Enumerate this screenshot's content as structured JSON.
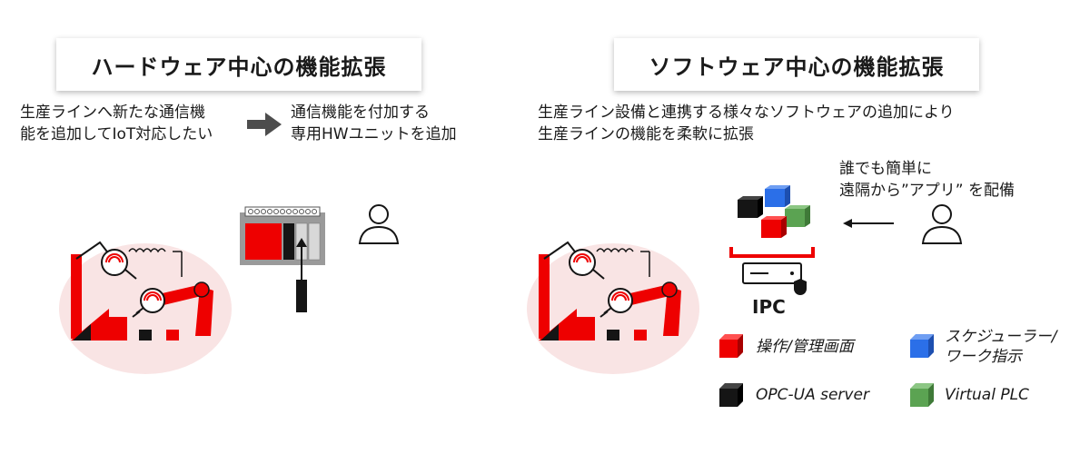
{
  "left": {
    "title": "ハードウェア中心の機能拡張",
    "desc_line1": "生産ラインへ新たな通信機",
    "desc_line2": "能を追加してIoT対応したい",
    "result_line1": "通信機能を付加する",
    "result_line2": "専用HWユニットを追加"
  },
  "right": {
    "title": "ソフトウェア中心の機能拡張",
    "desc_line1": "生産ライン設備と連携する様々なソフトウェアの追加により",
    "desc_line2": "生産ラインの機能を柔軟に拡張",
    "note_line1": "誰でも簡単に",
    "note_line2": "遠隔から”アプリ” を配備",
    "ipc_label": "IPC",
    "legend": [
      {
        "label_line1": "操作/管理画面",
        "label_line2": "",
        "color": "#ee0000"
      },
      {
        "label_line1": "スケジューラー/",
        "label_line2": "ワーク指示",
        "color": "#2b6fe8"
      },
      {
        "label_line1": "OPC-UA server",
        "label_line2": "",
        "color": "#151515"
      },
      {
        "label_line1": "Virtual PLC",
        "label_line2": "",
        "color": "#5ba352"
      }
    ]
  },
  "colors": {
    "accent_red": "#ee0000",
    "dark": "#151515",
    "blue": "#2b6fe8",
    "green": "#5ba352",
    "gray_arrow": "#4d4d4d",
    "blob_pink": "#f9e4e4"
  }
}
